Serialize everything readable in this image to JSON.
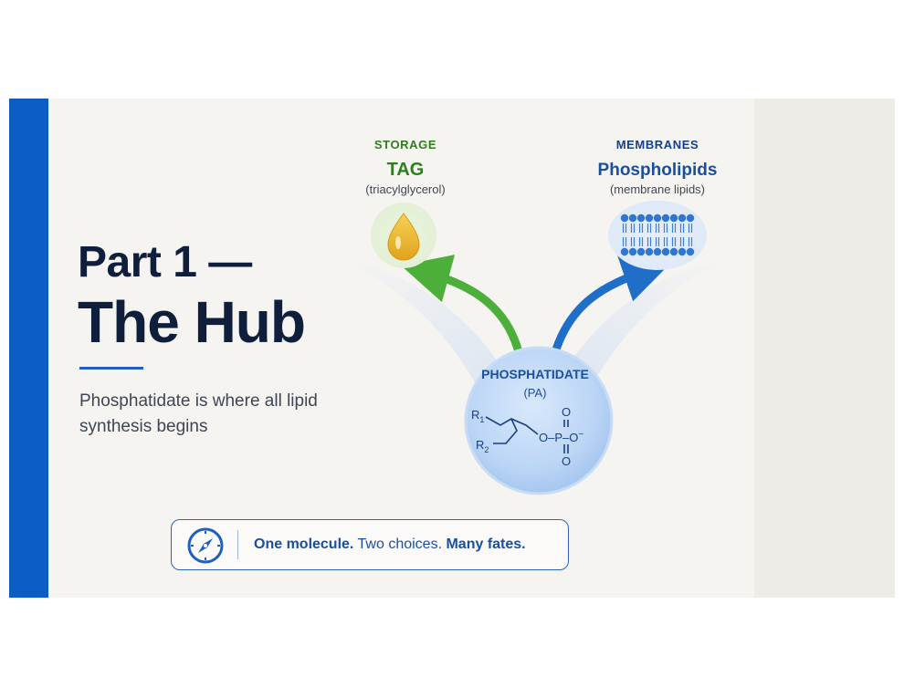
{
  "title": {
    "line1": "Part 1 —",
    "line2": "The Hub"
  },
  "subtitle": "Phosphatidate is where all lipid synthesis begins",
  "storage": {
    "category": "STORAGE",
    "name": "TAG",
    "full_name": "(triacylglycerol)",
    "icon": "oil-drop-icon"
  },
  "membranes": {
    "category": "MEMBRANES",
    "name": "Phospholipids",
    "full_name": "(membrane lipids)",
    "icon": "lipid-bilayer-icon"
  },
  "hub": {
    "name": "PHOSPHATIDATE",
    "abbr": "(PA)",
    "structure": {
      "r1": "R",
      "r1_sub": "1",
      "r2": "R",
      "r2_sub": "2",
      "phosphate": "O–P–O",
      "charge": "−",
      "oxygen_top": "O",
      "oxygen_bottom": "O"
    }
  },
  "callout": {
    "icon": "compass-icon",
    "part1": "One molecule.",
    "part2": " Two choices. ",
    "part3": "Many fates."
  },
  "colors": {
    "accent": "#0b5cc4",
    "storage_green": "#4caf3a",
    "membrane_blue": "#1f6fc9",
    "title_navy": "#0f1f3b"
  }
}
